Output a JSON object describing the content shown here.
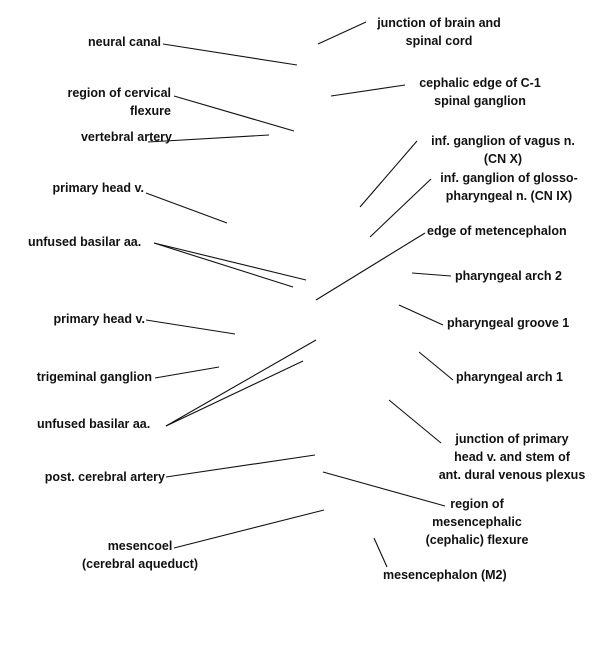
{
  "labels": {
    "neural_canal": "neural canal",
    "junction_brain_spinal_cord": "junction of brain and\nspinal cord",
    "region_cervical_flexure": "region of cervical\nflexure",
    "cephalic_edge_c1": "cephalic edge of C-1\nspinal ganglion",
    "vertebral_artery": "vertebral artery",
    "inf_ganglion_vagus": "inf. ganglion of vagus n.\n(CN X)",
    "primary_head_v_1": "primary head v.",
    "inf_ganglion_glosso": "inf. ganglion of glosso-\npharyngeal n. (CN IX)",
    "unfused_basilar_1": "unfused basilar aa.",
    "edge_metencephalon": "edge of metencephalon",
    "pharyngeal_arch_2": "pharyngeal arch 2",
    "primary_head_v_2": "primary head v.",
    "pharyngeal_groove_1": "pharyngeal groove 1",
    "trigeminal_ganglion": "trigeminal ganglion",
    "pharyngeal_arch_1": "pharyngeal arch 1",
    "unfused_basilar_2": "unfused basilar aa.",
    "junction_primary_head_v": "junction of primary\nhead v. and stem of\nant. dural venous plexus",
    "post_cerebral_artery": "post. cerebral artery",
    "region_mesencephalic_flexure": "region of\nmesencephalic\n(cephalic) flexure",
    "mesencoel": "mesencoel\n(cerebral aqueduct)",
    "mesencephalon": "mesencephalon (M2)"
  }
}
